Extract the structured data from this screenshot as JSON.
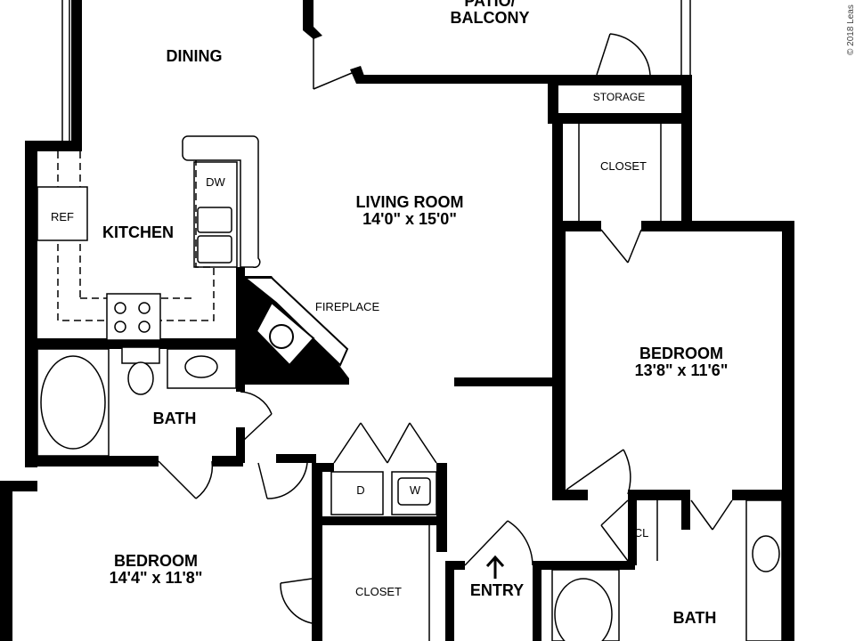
{
  "rooms": {
    "patio": {
      "line1": "PATIO/",
      "line2": "BALCONY"
    },
    "dining": "DINING",
    "storage": "STORAGE",
    "closet_top": "CLOSET",
    "living": {
      "name": "LIVING ROOM",
      "size": "14'0\" x 15'0\""
    },
    "kitchen": "KITCHEN",
    "ref": "REF",
    "dw": "DW",
    "fireplace": "FIREPLACE",
    "bedroom_right": {
      "name": "BEDROOM",
      "size": "13'8\" x 11'6\""
    },
    "bath_left": "BATH",
    "dryer": "D",
    "washer": "W",
    "bedroom_left": {
      "name": "BEDROOM",
      "size": "14'4\" x 11'8\""
    },
    "closet_bottom": "CLOSET",
    "entry": "ENTRY",
    "cl": "CL",
    "bath_right": "BATH"
  },
  "copyright": "© 2018 Leas"
}
